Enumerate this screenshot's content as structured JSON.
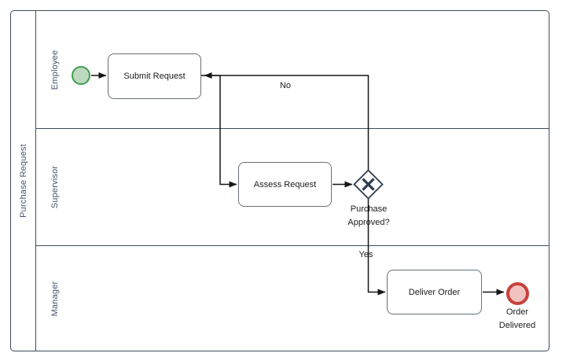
{
  "diagram": {
    "kind": "bpmn-process",
    "pool": {
      "label": "Purchase Request"
    },
    "lanes": [
      {
        "label": "Employee"
      },
      {
        "label": "Supervisor"
      },
      {
        "label": "Manager"
      }
    ],
    "nodes": {
      "start_event": {
        "type": "start-event",
        "lane": "Employee"
      },
      "submit_request": {
        "label": "Submit Request",
        "type": "task",
        "lane": "Employee"
      },
      "assess_request": {
        "label": "Assess Request",
        "type": "task",
        "lane": "Supervisor"
      },
      "purchase_approved_gateway": {
        "label": "Purchase Approved?",
        "type": "exclusive-gateway",
        "lane": "Supervisor"
      },
      "deliver_order": {
        "label": "Deliver Order",
        "type": "task",
        "lane": "Manager"
      },
      "end_event": {
        "label": "Order Delivered",
        "type": "end-event",
        "lane": "Manager"
      }
    },
    "flows": [
      {
        "from": "start_event",
        "to": "submit_request",
        "label": ""
      },
      {
        "from": "submit_request",
        "to": "assess_request",
        "label": ""
      },
      {
        "from": "assess_request",
        "to": "purchase_approved_gateway",
        "label": ""
      },
      {
        "from": "purchase_approved_gateway",
        "to": "submit_request",
        "label": "No"
      },
      {
        "from": "purchase_approved_gateway",
        "to": "deliver_order",
        "label": "Yes"
      },
      {
        "from": "deliver_order",
        "to": "end_event",
        "label": ""
      }
    ],
    "colors": {
      "background": "#ffffff",
      "pool_stroke": "#404b57",
      "lane_text": "#49536b",
      "task_stroke": "#69707a",
      "gateway_stroke": "#2e3b4e",
      "flow_stroke": "#161616",
      "node_text": "#1c1c1c",
      "start_event_fill": "#bcd9c0",
      "start_event_stroke": "#3d9e4e",
      "end_event_fill": "#f0c3c0",
      "end_event_stroke": "#c7403a"
    }
  }
}
